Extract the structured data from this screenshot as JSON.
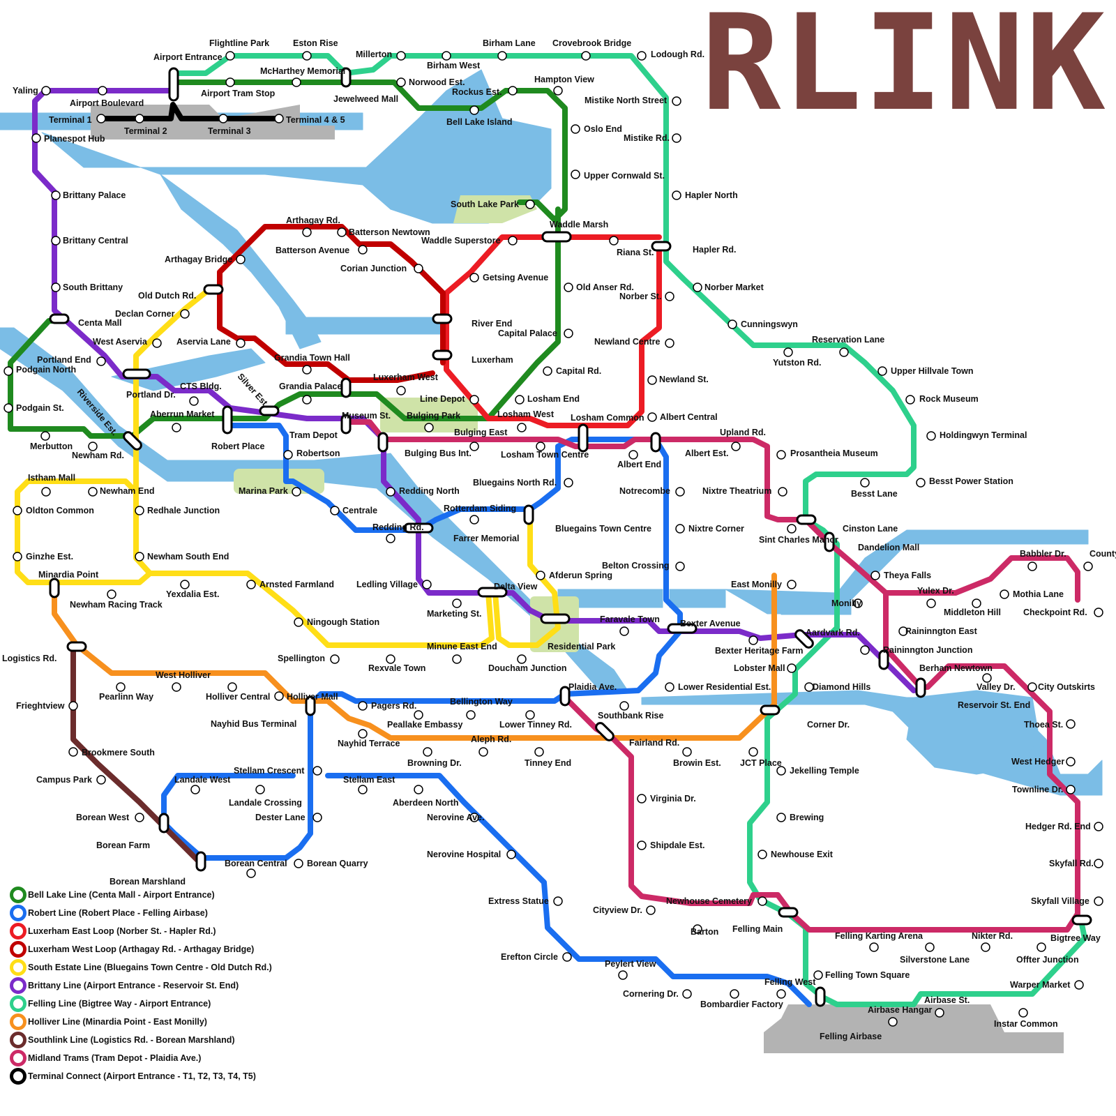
{
  "logo": "RLINK",
  "colors": {
    "water": "#7bbde6",
    "park": "#cfe3a8",
    "airport": "#b3b3b3",
    "bell_lake": "#1f8a1f",
    "robert": "#1a6ef0",
    "east_loop": "#ec1c24",
    "west_loop": "#c00000",
    "south_estate": "#ffde17",
    "brittany": "#7b2bc9",
    "felling": "#2ed08c",
    "holliver": "#f7901e",
    "southlink": "#6b2c2c",
    "midland": "#cc2a66",
    "terminal": "#000000"
  },
  "legend": [
    {
      "label": "Bell Lake Line (Centa Mall - Airport Entrance)",
      "color": "#1f8a1f"
    },
    {
      "label": "Robert Line (Robert Place - Felling Airbase)",
      "color": "#1a6ef0"
    },
    {
      "label": "Luxerham East Loop (Norber St. - Hapler Rd.)",
      "color": "#ec1c24"
    },
    {
      "label": "Luxerham West Loop (Arthagay Rd. -  Arthagay Bridge)",
      "color": "#c00000"
    },
    {
      "label": "South Estate Line (Bluegains Town Centre - Old Dutch Rd.)",
      "color": "#ffde17"
    },
    {
      "label": "Brittany Line (Airport Entrance - Reservoir St. End)",
      "color": "#7b2bc9"
    },
    {
      "label": "Felling Line (Bigtree Way - Airport Entrance)",
      "color": "#2ed08c"
    },
    {
      "label": "Holliver Line (Minardia Point - East Monilly)",
      "color": "#f7901e"
    },
    {
      "label": "Southlink Line (Logistics Rd. - Borean Marshland)",
      "color": "#6b2c2c"
    },
    {
      "label": "Midland Trams (Tram Depot - Plaidia Ave.)",
      "color": "#cc2a66"
    },
    {
      "label": "Terminal Connect (Airport Entrance - T1, T2, T3, T4, T5)",
      "color": "#000000"
    }
  ],
  "stations": [
    "Flightline Park",
    "Eston Rise",
    "Airport Entrance",
    "Millerton",
    "Birham Lane",
    "Crovebrook Bridge",
    "Lodough Rd.",
    "McHarthey Memorial",
    "Birham West",
    "Hampton View",
    "Yaling",
    "Airport Boulevard",
    "Norwood Est.",
    "Rockus Est.",
    "Airport Tram Stop",
    "Jewelweed Mall",
    "Mistike North Street",
    "Terminal 1",
    "Terminal 4 & 5",
    "Bell Lake Island",
    "Terminal 2",
    "Terminal 3",
    "Oslo End",
    "Planespot Hub",
    "Mistike Rd.",
    "Upper Cornwald St.",
    "Brittany Palace",
    "Hapler North",
    "South Lake Park",
    "Arthagay Rd.",
    "Batterson Newtown",
    "Waddle Marsh",
    "Brittany Central",
    "Waddle Superstore",
    "Batterson Avenue",
    "Riana St.",
    "Hapler Rd.",
    "Arthagay Bridge",
    "Corian Junction",
    "Getsing Avenue",
    "South Brittany",
    "Norber Market",
    "Old Anser Rd.",
    "Old Dutch Rd.",
    "Norber St.",
    "Declan Corner",
    "River End",
    "Cunningswyn",
    "Centa Mall",
    "Capital Palace",
    "West Aservia",
    "Aservia Lane",
    "Newland Centre",
    "Reservation Lane",
    "Portland End",
    "Grandia Town Hall",
    "Luxerham",
    "Yutston Rd.",
    "Podgain North",
    "Capital Rd.",
    "Upper Hillvale Town",
    "Luxerham West",
    "CTS Bldg.",
    "Portland Dr.",
    "Grandia Palace",
    "Newland St.",
    "Silver Est.",
    "Line Depot",
    "Losham End",
    "Rock Museum",
    "Podgain St.",
    "Bulging Park",
    "Museum St.",
    "Riverside Est.",
    "Aberrun Market",
    "Losham West",
    "Albert Central",
    "Losham Common",
    "Tram Depot",
    "Bulging East",
    "Upland Rd.",
    "Holdingwyn Terminal",
    "Merbutton",
    "Robert Place",
    "Newham Rd.",
    "Bulging Bus Int.",
    "Robertson",
    "Losham Town Centre",
    "Albert Est.",
    "Prosantheia Museum",
    "Albert End",
    "Istham Mall",
    "Bluegains North Rd.",
    "Besst Power Station",
    "Newham End",
    "Marina Park",
    "Redding North",
    "Notrecombe",
    "Nixtre Theatrium",
    "Besst Lane",
    "Oldton Common",
    "Redhale Junction",
    "Centrale",
    "Rotterdam Siding",
    "Bluegains Town Centre",
    "Nixtre Corner",
    "Cinston Lane",
    "Redding Rd.",
    "Farrer Memorial",
    "Sint Charles Manor",
    "Dandelion Mall",
    "Ginzhe Est.",
    "Newham South End",
    "Belton Crossing",
    "Babbler Dr.",
    "Countyside",
    "Minardia Point",
    "Afderun Spring",
    "Theya Falls",
    "Arnsted Farmland",
    "Ledling Village",
    "East Monilly",
    "Delta View",
    "Yexdalia Est.",
    "Yulex Dr.",
    "Mothia Lane",
    "Newham Racing Track",
    "Monilly",
    "Marketing St.",
    "Middleton Hill",
    "Checkpoint Rd.",
    "Faravale Town",
    "Ningough Station",
    "Bexter Avenue",
    "Raininngton East",
    "Aardvark Rd.",
    "Minune East End",
    "Residential Park",
    "Bexter Heritage Farm",
    "Raininngton Junction",
    "Logistics Rd.",
    "Spellington",
    "Rexvale Town",
    "Doucham Junction",
    "Lobster Mall",
    "Berham Newtown",
    "West Holliver",
    "Diamond Hills",
    "Lower Residential Est.",
    "Valley Dr.",
    "City Outskirts",
    "Plaidia Ave.",
    "Pearlinn Way",
    "Holliver Central",
    "Holliver Mall",
    "Reservoir St. End",
    "Frieghtview",
    "Pagers Rd.",
    "Bellington Way",
    "Southbank Rise",
    "Nayhid Bus Terminal",
    "Peallake Embassy",
    "Lower Tinney Rd.",
    "Corner Dr.",
    "Thoea St.",
    "Aleph Rd.",
    "Fairland Rd.",
    "Nayhid Terrace",
    "Brookmere South",
    "Browning Dr.",
    "Tinney End",
    "Browin Est.",
    "JCT Place",
    "West Hedger",
    "Stellam Crescent",
    "Jekelling Temple",
    "Landale West",
    "Campus Park",
    "Stellam East",
    "Townline Dr.",
    "Virginia Dr.",
    "Landale Crossing",
    "Aberdeen North",
    "Borean West",
    "Dester Lane",
    "Nerovine Ave.",
    "Brewing",
    "Hedger Rd. End",
    "Borean Farm",
    "Shipdale Est.",
    "Newhouse Exit",
    "Nerovine Hospital",
    "Borean Central",
    "Borean Quarry",
    "Skyfall Rd.",
    "Borean Marshland",
    "Extress Statue",
    "Newhouse Cemetery",
    "Skyfall Village",
    "Cityview Dr.",
    "Barton",
    "Felling Main",
    "Felling Karting Arena",
    "Nikter Rd.",
    "Bigtree Way",
    "Erefton Circle",
    "Silverstone Lane",
    "Offter Junction",
    "Peylert View",
    "Felling Town Square",
    "Felling West",
    "Warper Market",
    "Cornering Dr.",
    "Bombardier Factory",
    "Airbase St.",
    "Airbase Hangar",
    "Instar Common",
    "Felling Airbase"
  ]
}
